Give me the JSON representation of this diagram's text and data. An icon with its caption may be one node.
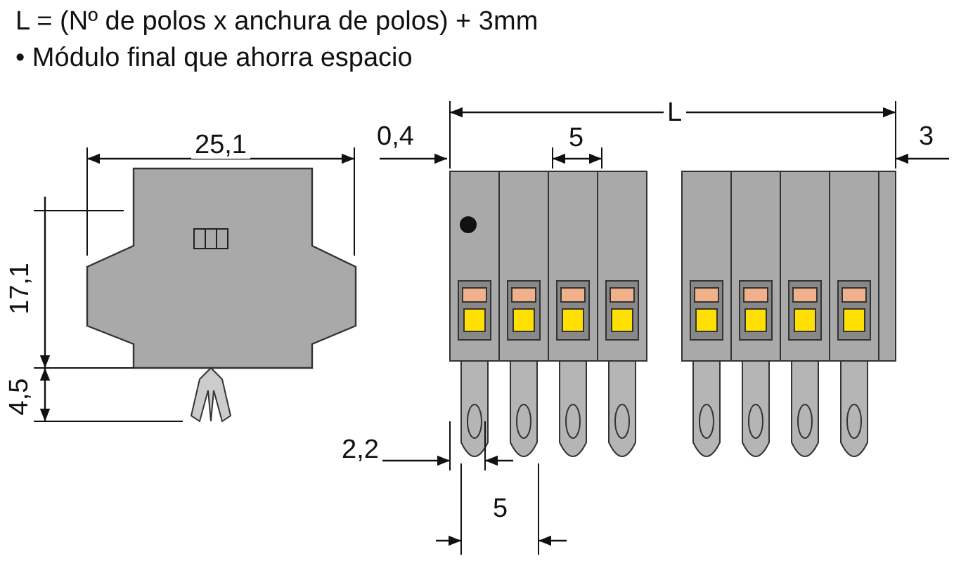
{
  "diagram": {
    "labels": [
      "L = (Nº de polos x anchura de polos) + 3mm",
      "• Módulo final que ahorra espacio",
      "25,1",
      "0,4",
      "L",
      "5",
      "3",
      "17,1",
      "4,5",
      "2,2",
      "5"
    ]
  }
}
